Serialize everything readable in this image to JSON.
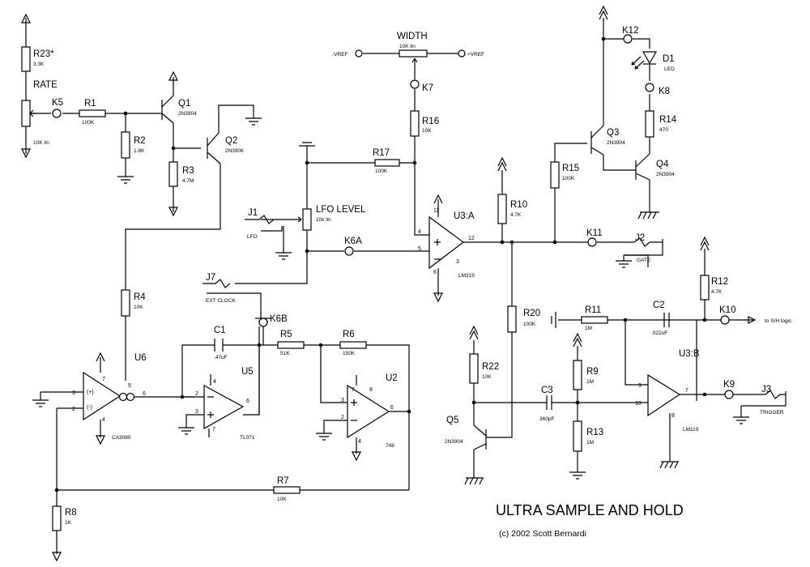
{
  "title": "ULTRA SAMPLE AND HOLD",
  "copyright": "(c) 2002 Scott Bernardi",
  "controls": {
    "rate": "RATE",
    "width": "WIDTH",
    "width_value": "10K lin",
    "neg_vref": "-VREF",
    "pos_vref": "+VREF",
    "lfo_level": "LFO LEVEL",
    "lfo_level_value": "10k lin",
    "rate_pot_value": "10K lin"
  },
  "resistors": [
    {
      "ref": "R23*",
      "value": "3.3K"
    },
    {
      "ref": "R1",
      "value": "100K"
    },
    {
      "ref": "R2",
      "value": "1.8K"
    },
    {
      "ref": "R3",
      "value": "4.7M"
    },
    {
      "ref": "R4",
      "value": "10K"
    },
    {
      "ref": "R5",
      "value": "51K"
    },
    {
      "ref": "R6",
      "value": "150K"
    },
    {
      "ref": "R7",
      "value": "10K"
    },
    {
      "ref": "R8",
      "value": "1K"
    },
    {
      "ref": "R9",
      "value": "1M"
    },
    {
      "ref": "R10",
      "value": "4.7K"
    },
    {
      "ref": "R11",
      "value": "1M"
    },
    {
      "ref": "R12",
      "value": "4.7K"
    },
    {
      "ref": "R13",
      "value": "1M"
    },
    {
      "ref": "R14",
      "value": "470"
    },
    {
      "ref": "R15",
      "value": "100K"
    },
    {
      "ref": "R16",
      "value": "10K"
    },
    {
      "ref": "R17",
      "value": "100K"
    },
    {
      "ref": "R20",
      "value": "100K"
    },
    {
      "ref": "R22",
      "value": "10K"
    }
  ],
  "capacitors": [
    {
      "ref": "C1",
      "value": ".47uF"
    },
    {
      "ref": "C2",
      "value": ".022uF"
    },
    {
      "ref": "C3",
      "value": "360pF"
    }
  ],
  "transistors": [
    {
      "ref": "Q1",
      "value": "2N3904"
    },
    {
      "ref": "Q2",
      "value": "2N3906"
    },
    {
      "ref": "Q3",
      "value": "2N3904"
    },
    {
      "ref": "Q4",
      "value": "2N3904"
    },
    {
      "ref": "Q5",
      "value": "2N3904"
    }
  ],
  "ics": [
    {
      "ref": "U6",
      "part": "CA3080"
    },
    {
      "ref": "U5",
      "part": "TL071"
    },
    {
      "ref": "U2",
      "part": "748"
    },
    {
      "ref": "U3:A",
      "part": "LM319"
    },
    {
      "ref": "U3:B",
      "part": "LM119"
    }
  ],
  "led": {
    "ref": "D1",
    "label": "LED"
  },
  "jacks": [
    {
      "ref": "J1",
      "label": "LFO"
    },
    {
      "ref": "J2",
      "label": "GATE"
    },
    {
      "ref": "J3",
      "label": "TRIGGER"
    },
    {
      "ref": "J7",
      "label": "EXT CLOCK"
    }
  ],
  "connectors": [
    "K5",
    "K6A",
    "K6B",
    "K7",
    "K8",
    "K9",
    "K10",
    "K11",
    "K12"
  ],
  "signals": {
    "sh_logic": "to S/H logic"
  },
  "pins": {
    "u6_in_plus": "(+)",
    "u6_in_minus": "(-)",
    "u6_p3": "3",
    "u6_p2": "2",
    "u6_p7": "7",
    "u6_p4": "4",
    "u6_p5": "5",
    "u6_p6": "6",
    "u5_p2": "2",
    "u5_p3": "3",
    "u5_p4": "4",
    "u5_p6": "6",
    "u5_p7": "7",
    "u2_p2": "2",
    "u2_p3": "3",
    "u2_p4": "4",
    "u2_p6": "6",
    "u2_p7": "7",
    "u2_p8": "8",
    "u3a_p4": "4",
    "u3a_p5": "5",
    "u3a_p11": "11",
    "u3a_p12": "12",
    "u3a_p6": "6",
    "u3a_p3": "3",
    "u3b_p9": "9",
    "u3b_p10": "10",
    "u3b_p7": "7",
    "u3b_p8": "8"
  }
}
